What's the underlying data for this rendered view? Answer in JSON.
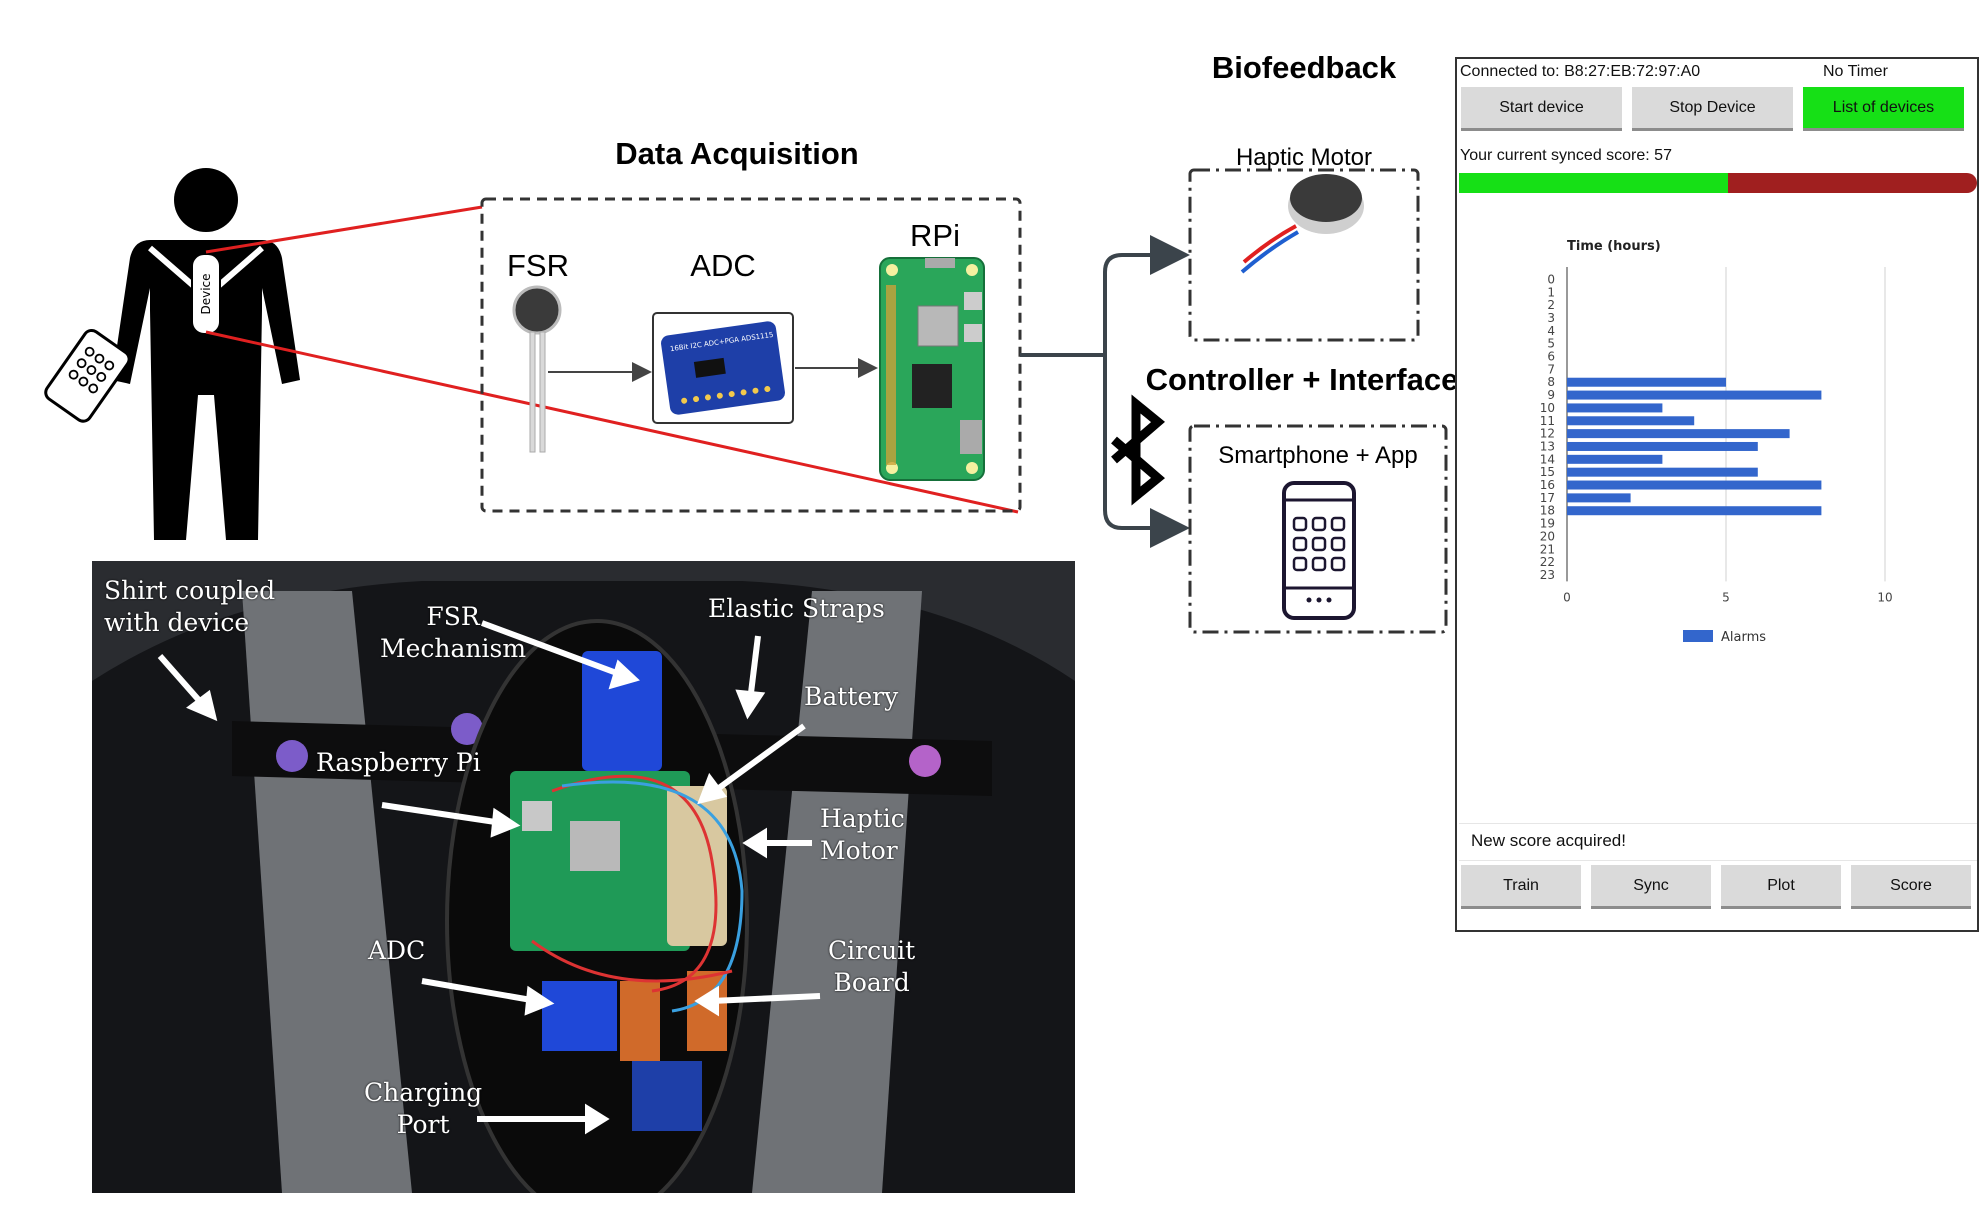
{
  "titles": {
    "data_acquisition": "Data Acquisition",
    "biofeedback": "Biofeedback",
    "controller": "Controller + Interface"
  },
  "components": {
    "fsr": "FSR",
    "adc": "ADC",
    "rpi": "RPi",
    "haptic": "Haptic Motor",
    "smartphone": "Smartphone + App",
    "device_tag": "Device",
    "adc_chip_text": "16Bit I2C ADC+PGA ADS1115"
  },
  "photo_labels": {
    "shirt": "Shirt coupled\nwith device",
    "fsr_mech": "FSR\nMechanism",
    "elastic": "Elastic Straps",
    "battery": "Battery",
    "rpi": "Raspberry Pi",
    "haptic": "Haptic\nMotor",
    "adc": "ADC",
    "circuit": "Circuit\nBoard",
    "charging": "Charging\nPort"
  },
  "app": {
    "connected": "Connected to: B8:27:EB:72:97:A0",
    "timer": "No Timer",
    "buttons_top": [
      "Start device",
      "Stop Device",
      "List of devices"
    ],
    "score_text": "Your current synced score: 57",
    "score_fraction": 0.52,
    "status": "New score acquired!",
    "buttons_bottom": [
      "Train",
      "Sync",
      "Plot",
      "Score"
    ],
    "colors": {
      "green": "#16e016",
      "red": "#a01f1f",
      "bar": "#3366cc"
    }
  },
  "chart_data": {
    "type": "bar",
    "orientation": "horizontal",
    "title": "Time (hours)",
    "categories": [
      "0",
      "1",
      "2",
      "3",
      "4",
      "5",
      "6",
      "7",
      "8",
      "9",
      "10",
      "11",
      "12",
      "13",
      "14",
      "15",
      "16",
      "17",
      "18",
      "19",
      "20",
      "21",
      "22",
      "23"
    ],
    "series": [
      {
        "name": "Alarms",
        "values": [
          0,
          0,
          0,
          0,
          0,
          0,
          0,
          0,
          5,
          8,
          3,
          4,
          7,
          6,
          3,
          6,
          8,
          2,
          8,
          0,
          0,
          0,
          0,
          0
        ]
      }
    ],
    "xlim": [
      0,
      10
    ],
    "xticks": [
      "0",
      "5",
      "10"
    ],
    "grid": true,
    "legend": "bottom"
  }
}
